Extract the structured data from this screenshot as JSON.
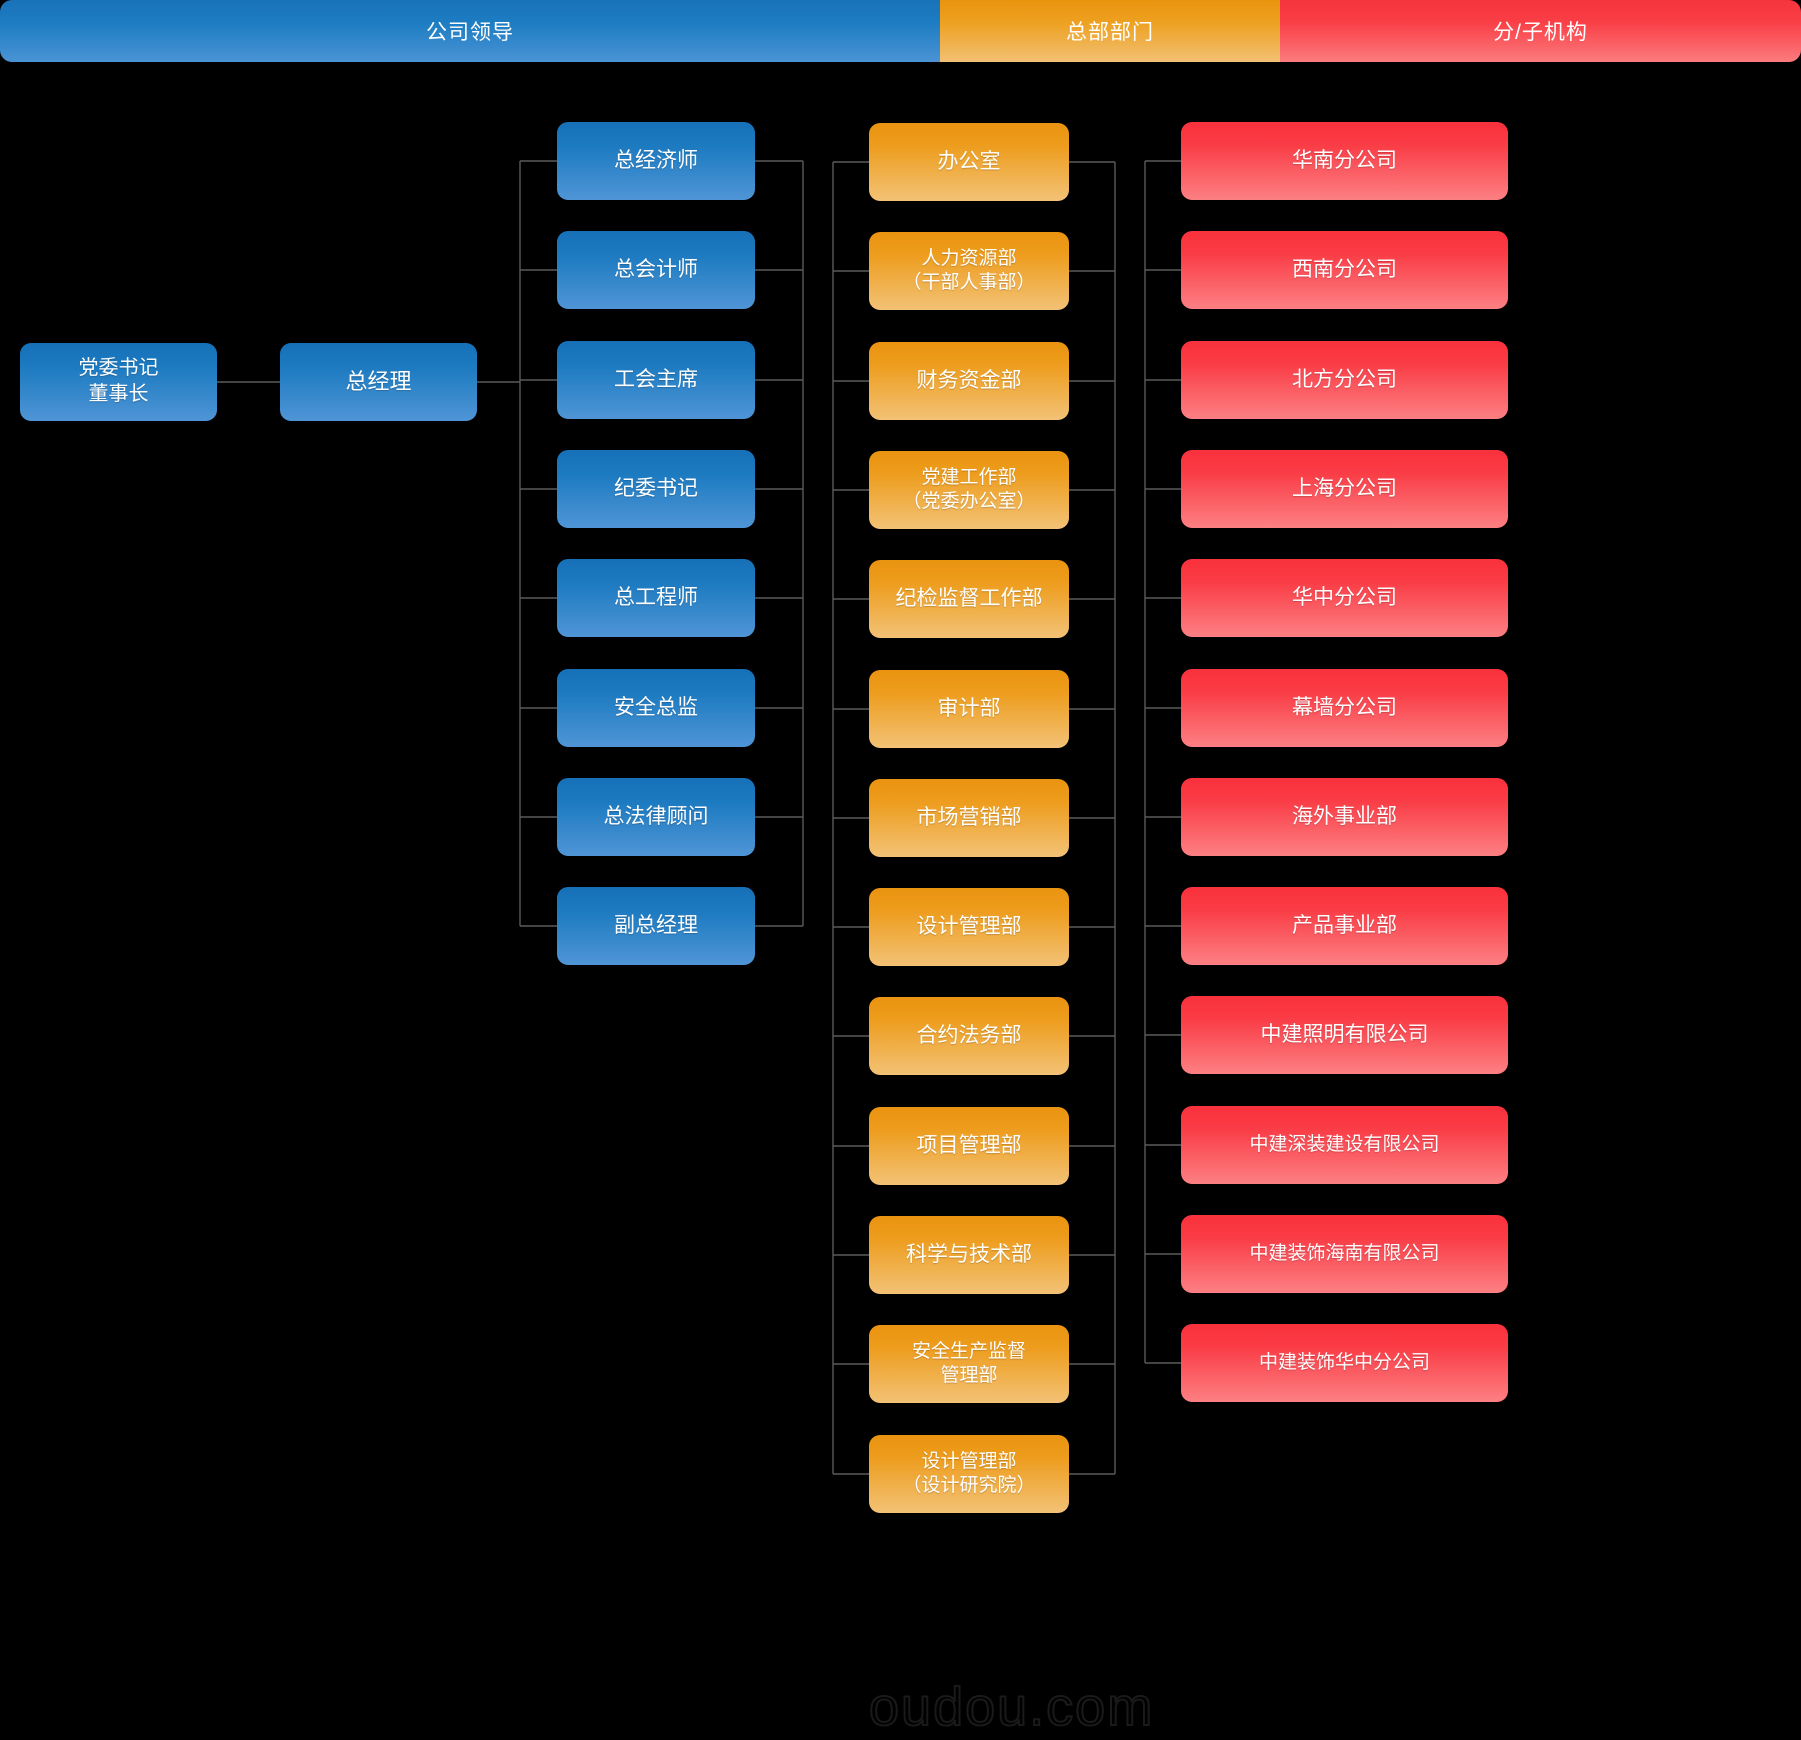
{
  "header": {
    "bands": [
      {
        "label": "公司领导",
        "color": "#1c7cc2",
        "name": "band-company-leadership"
      },
      {
        "label": "总部部门",
        "color": "#eda01f",
        "name": "band-headquarters-departments"
      },
      {
        "label": "分/子机构",
        "color": "#f93e46",
        "name": "band-branch-subsidiary"
      }
    ]
  },
  "root": {
    "chairman": "党委书记\n董事长",
    "general_manager": "总经理"
  },
  "columns": {
    "leadership": {
      "color": "#1c7cc2",
      "items": [
        "总经济师",
        "总会计师",
        "工会主席",
        "纪委书记",
        "总工程师",
        "安全总监",
        "总法律顾问",
        "副总经理"
      ]
    },
    "departments": {
      "color": "#eda01f",
      "items": [
        "办公室",
        "人力资源部\n（干部人事部）",
        "财务资金部",
        "党建工作部\n（党委办公室）",
        "纪检监督工作部",
        "审计部",
        "市场营销部",
        "设计管理部",
        "合约法务部",
        "项目管理部",
        "科学与技术部",
        "安全生产监督\n管理部",
        "设计管理部\n（设计研究院）"
      ]
    },
    "branches": {
      "color": "#f93e46",
      "items": [
        "华南分公司",
        "西南分公司",
        "北方分公司",
        "上海分公司",
        "华中分公司",
        "幕墙分公司",
        "海外事业部",
        "产品事业部",
        "中建照明有限公司",
        "中建深装建设有限公司",
        "中建装饰海南有限公司",
        "中建装饰华中分公司"
      ]
    }
  },
  "watermark": {
    "text": "oudou.com"
  }
}
